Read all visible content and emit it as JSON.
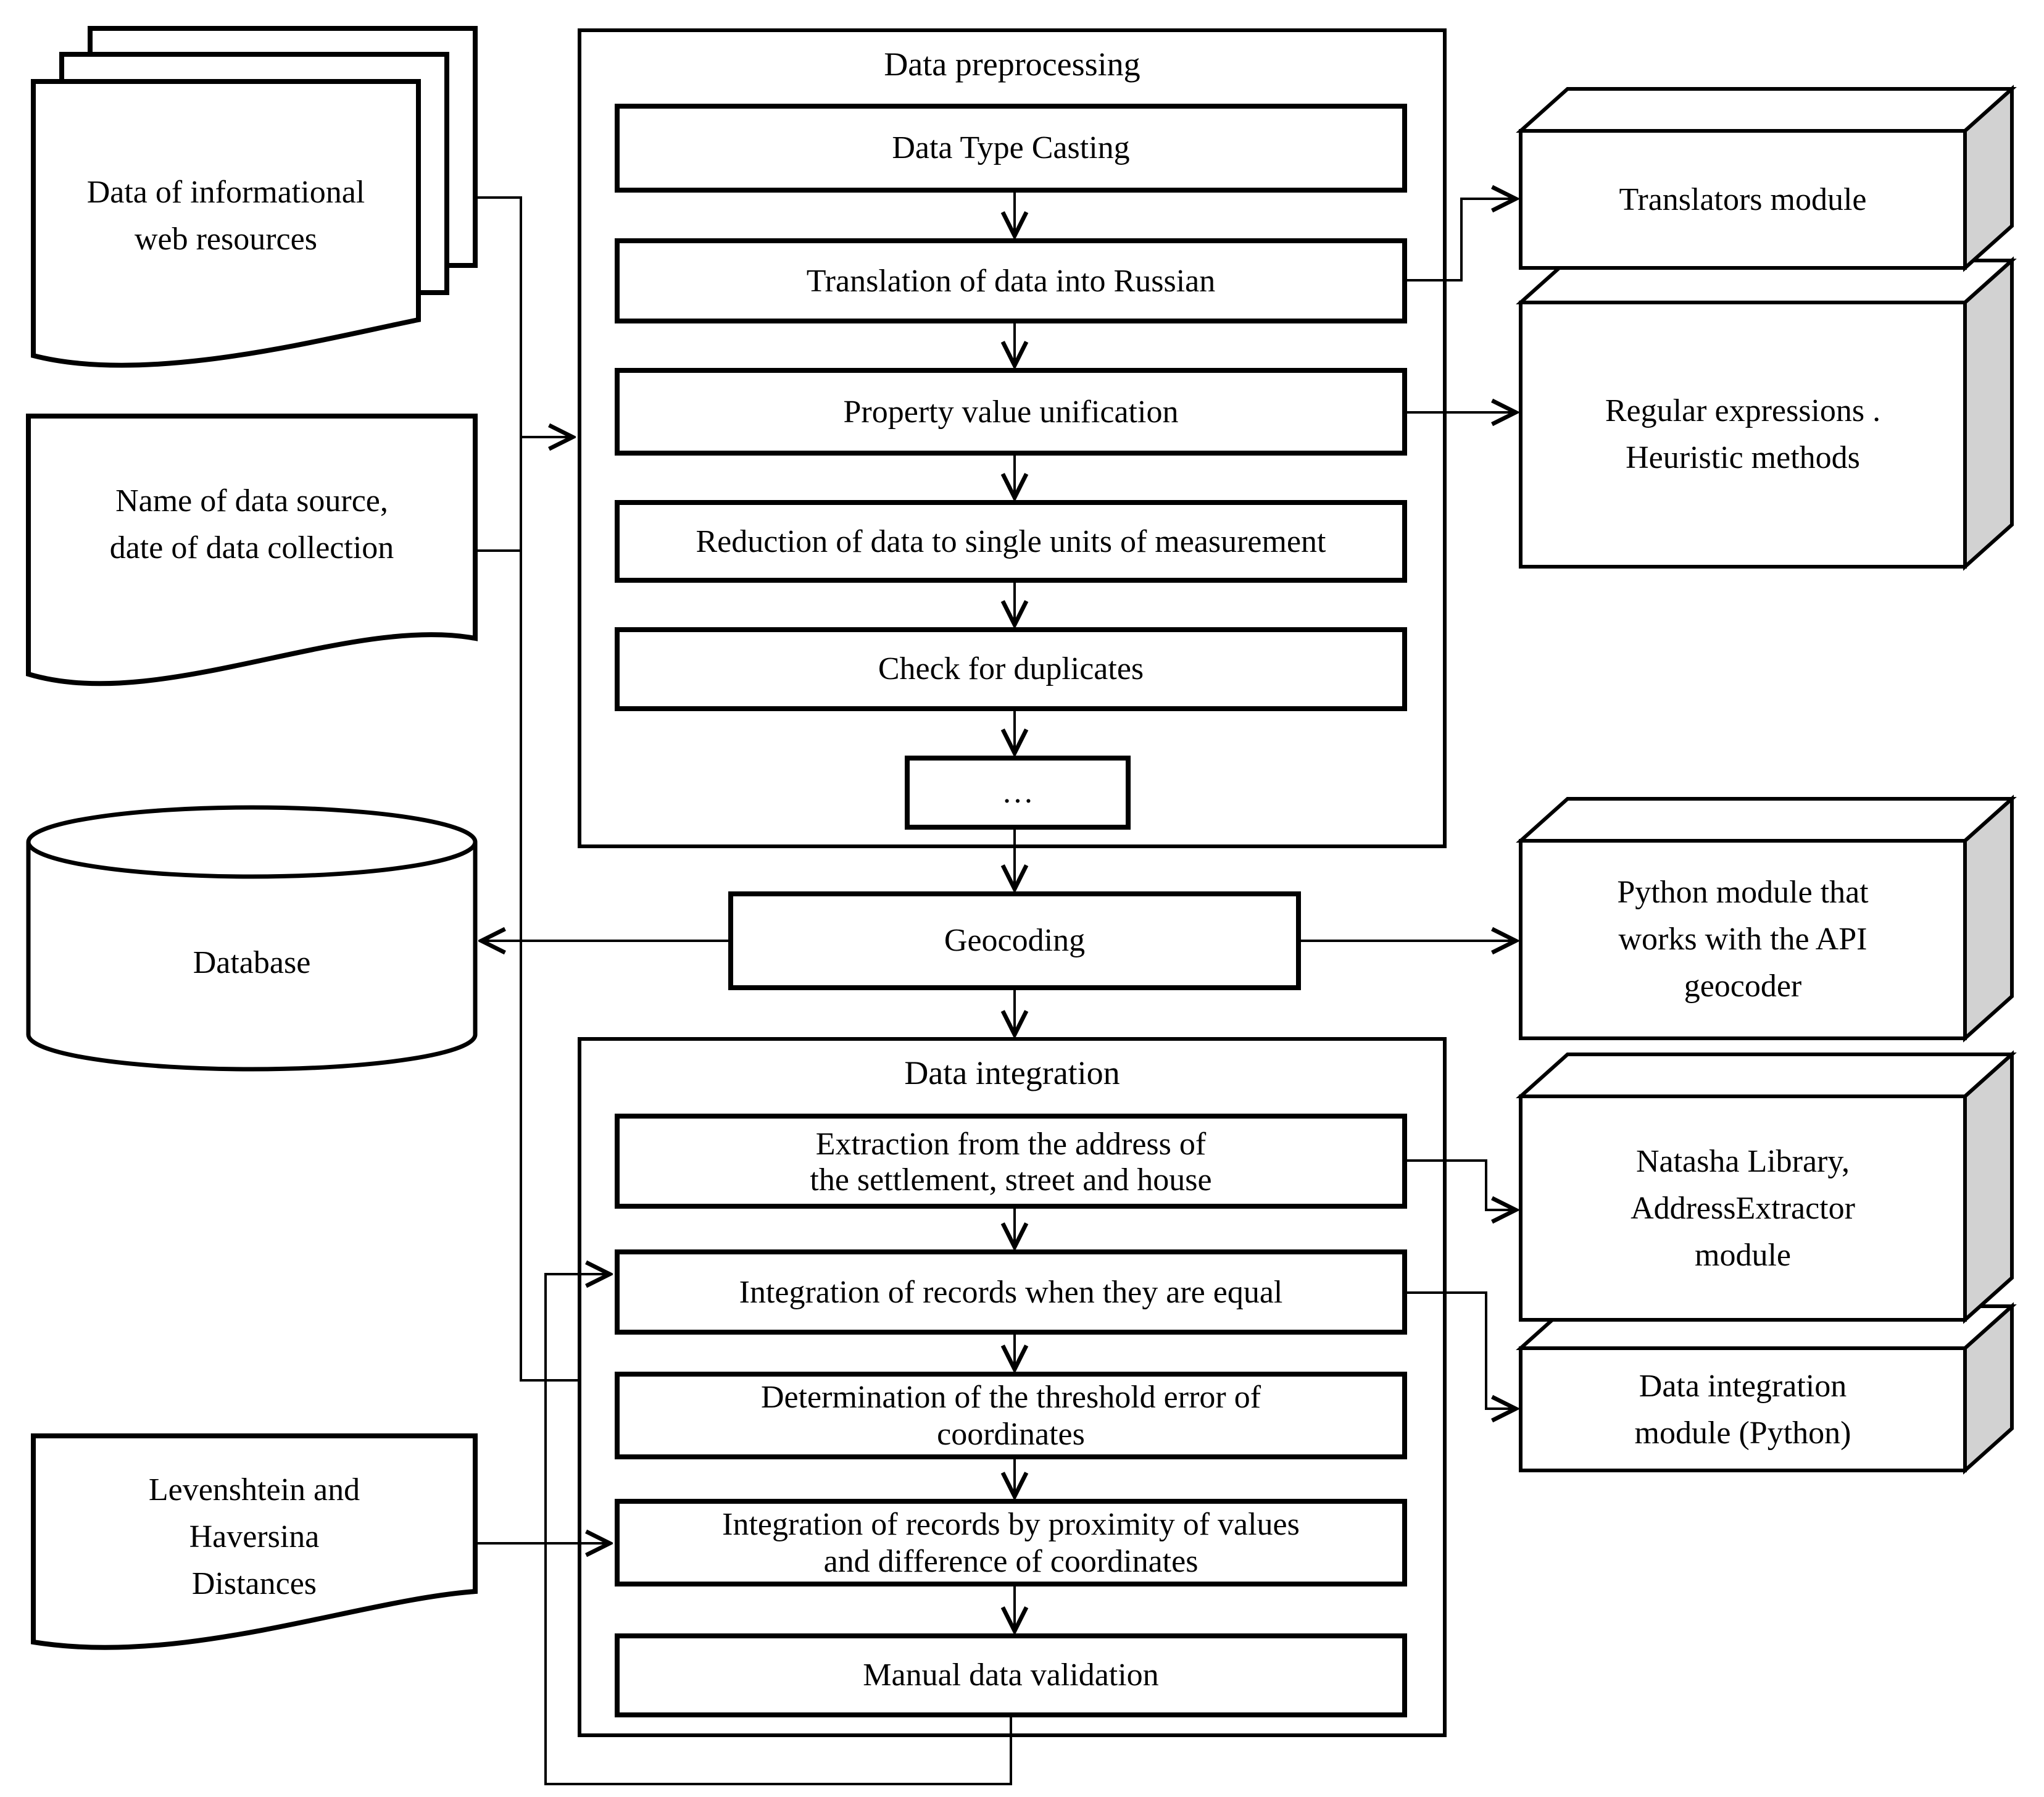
{
  "sources": {
    "web_resources": {
      "label": "Data of informational\nweb resources"
    },
    "data_source": {
      "label": "Name of data source,\ndate of data collection"
    },
    "database": {
      "label": "Database"
    },
    "distances": {
      "label": "Levenshtein  and\nHaversina\nDistances"
    }
  },
  "preprocessing": {
    "title": "Data preprocessing",
    "steps": [
      {
        "label": "Data Type Casting"
      },
      {
        "label": "Translation of data into Russian"
      },
      {
        "label": "Property value unification"
      },
      {
        "label": "Reduction of data to single units of measurement"
      },
      {
        "label": "Check for duplicates"
      },
      {
        "label": "…"
      }
    ]
  },
  "geocoding": {
    "label": "Geocoding"
  },
  "integration": {
    "title": "Data integration",
    "steps": [
      {
        "label": "Extraction from the address of\nthe settlement, street and house"
      },
      {
        "label": "Integration of records when they are equal"
      },
      {
        "label": "Determination of the threshold error of\ncoordinates"
      },
      {
        "label": "Integration of records by proximity of values\nand difference of coordinates"
      },
      {
        "label": "Manual data validation"
      }
    ]
  },
  "modules": {
    "translators": {
      "label": "Translators module"
    },
    "regex": {
      "label": "Regular expressions .\nHeuristic methods"
    },
    "python_geocoder": {
      "label": "Python module that\nworks with the API\ngeocoder"
    },
    "natasha": {
      "label": "Natasha Library,\nAddressExtractor\nmodule"
    },
    "integration_module": {
      "label": "Data integration\nmodule (Python)"
    }
  },
  "colors": {
    "stroke": "#000000",
    "fill": "#ffffff",
    "module_side": "#d2d2d2"
  }
}
